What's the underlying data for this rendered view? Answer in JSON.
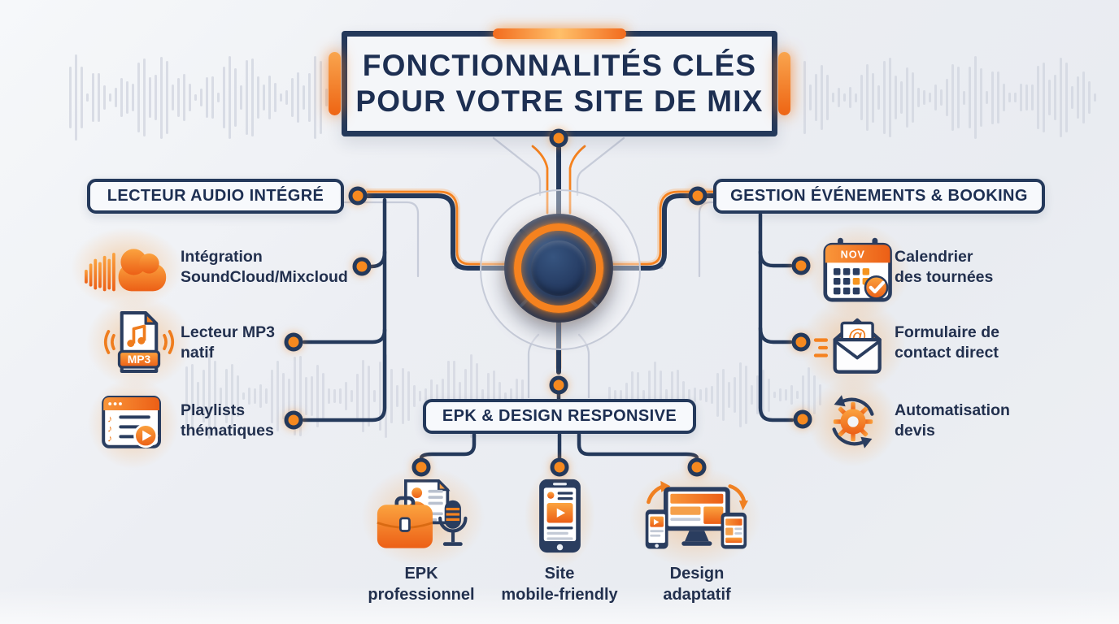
{
  "colors": {
    "background": "#edeff3",
    "navy": "#24395b",
    "navy_text": "#1d2f52",
    "orange": "#f5821f",
    "orange_light": "#fca03d",
    "box_background": "#f7f9fc",
    "gray_line": "#c7ccd9"
  },
  "title": {
    "line1": "FONCTIONNALITÉS CLÉS",
    "line2": "POUR VOTRE SITE DE MIX"
  },
  "sections": {
    "audio": {
      "label": "LECTEUR AUDIO INTÉGRÉ",
      "items": [
        {
          "icon": "soundcloud-icon",
          "line1": "Intégration",
          "line2": "SoundCloud/Mixcloud"
        },
        {
          "icon": "mp3-file-icon",
          "line1": "Lecteur MP3",
          "line2": "natif",
          "badge": "MP3"
        },
        {
          "icon": "playlist-icon",
          "line1": "Playlists",
          "line2": "thématiques"
        }
      ]
    },
    "booking": {
      "label": "GESTION ÉVÉNEMENTS & BOOKING",
      "items": [
        {
          "icon": "calendar-icon",
          "line1": "Calendrier",
          "line2": "des tournées",
          "badge": "NOV"
        },
        {
          "icon": "contact-envelope-icon",
          "line1": "Formulaire de",
          "line2": "contact direct",
          "badge": "@"
        },
        {
          "icon": "gear-sync-icon",
          "line1": "Automatisation",
          "line2": "devis"
        }
      ]
    },
    "epk": {
      "label": "EPK & DESIGN RESPONSIVE",
      "items": [
        {
          "icon": "epk-briefcase-mic-icon",
          "line1": "EPK",
          "line2": "professionnel"
        },
        {
          "icon": "mobile-site-icon",
          "line1": "Site",
          "line2": "mobile-friendly"
        },
        {
          "icon": "responsive-devices-icon",
          "line1": "Design",
          "line2": "adaptatif"
        }
      ]
    }
  }
}
